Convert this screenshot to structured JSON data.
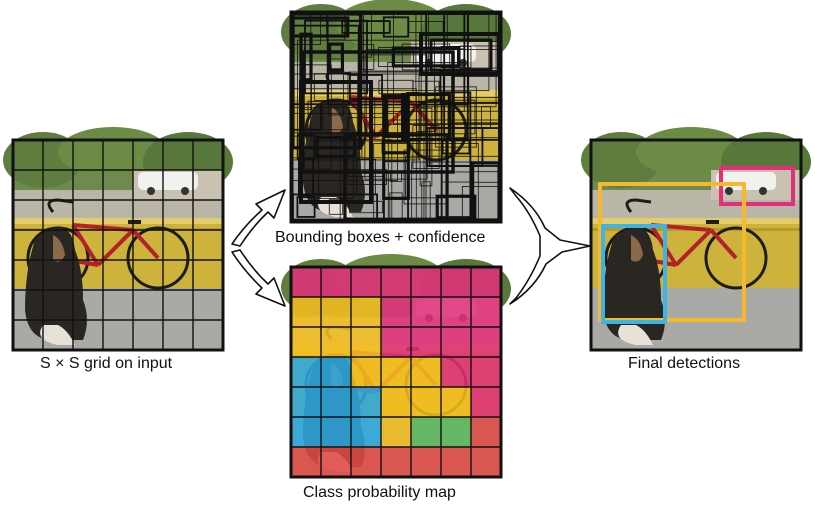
{
  "panels": {
    "input": {
      "caption": "S × S grid on input"
    },
    "boxes": {
      "caption": "Bounding boxes + confidence"
    },
    "classmap": {
      "caption": "Class probability map"
    },
    "final": {
      "caption": "Final detections"
    }
  },
  "colors": {
    "grid_line": "#111111",
    "class_magenta": "#e0307a",
    "class_yellow": "#f4bd1f",
    "class_blue": "#2ea8de",
    "class_green": "#5cb85c",
    "class_red": "#e04a44",
    "detect_dog": "#3cb4e6",
    "detect_bicycle": "#f5b82e",
    "detect_car": "#e0307a",
    "arrow_stroke": "#111111"
  },
  "grid_size": 7,
  "class_map_cells": [
    [
      "m",
      "m",
      "m",
      "m",
      "m",
      "m",
      "m"
    ],
    [
      "y",
      "y",
      "y",
      "m",
      "m",
      "m",
      "m"
    ],
    [
      "y",
      "y",
      "y",
      "m",
      "m",
      "m",
      "m"
    ],
    [
      "b",
      "b",
      "y",
      "y",
      "y",
      "m",
      "m"
    ],
    [
      "b",
      "b",
      "b",
      "y",
      "y",
      "y",
      "m"
    ],
    [
      "b",
      "b",
      "b",
      "y",
      "g",
      "g",
      "r"
    ],
    [
      "r",
      "r",
      "r",
      "r",
      "r",
      "r",
      "r"
    ]
  ],
  "detections": [
    {
      "class": "dog",
      "color_key": "detect_dog"
    },
    {
      "class": "bicycle",
      "color_key": "detect_bicycle"
    },
    {
      "class": "car",
      "color_key": "detect_car"
    }
  ]
}
